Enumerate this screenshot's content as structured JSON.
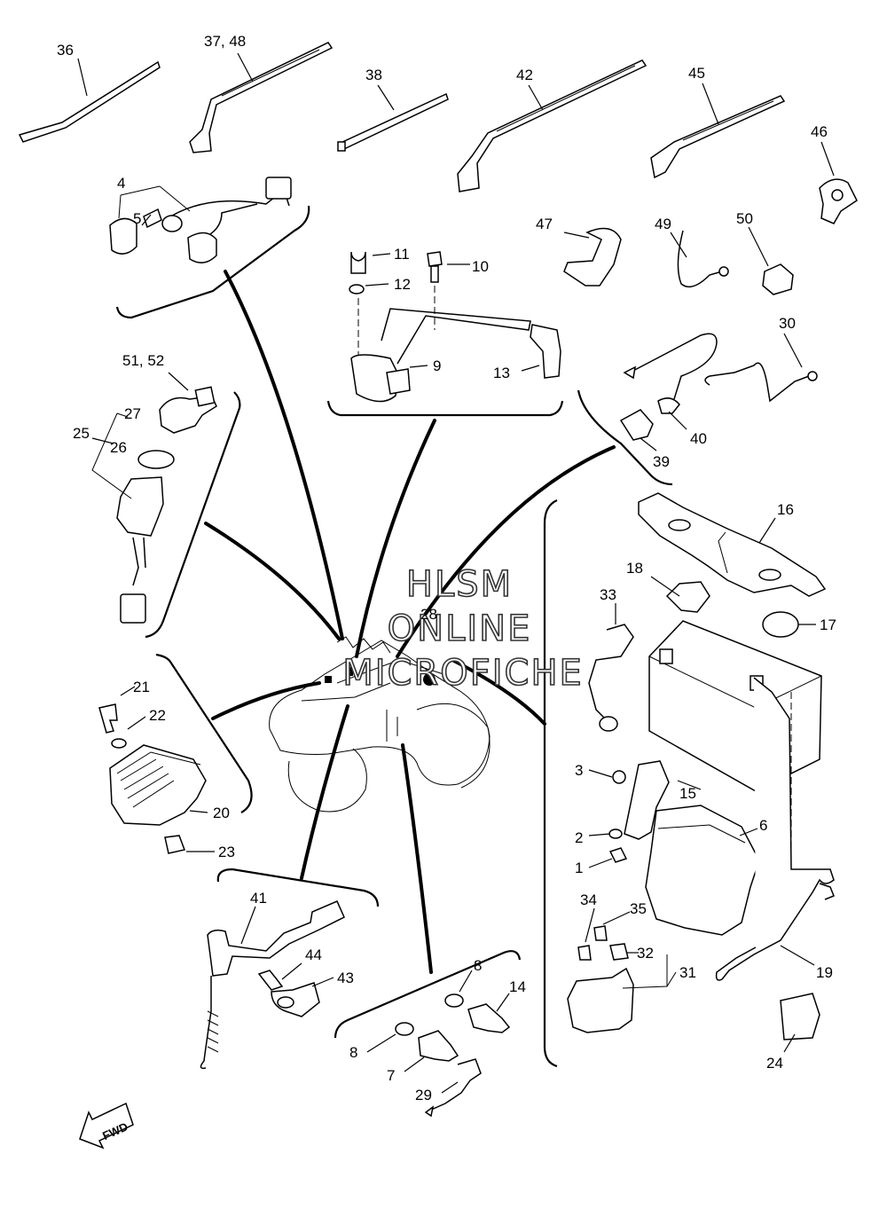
{
  "watermark": {
    "line1": "HLSM",
    "line2": "ONLINE",
    "line3": "MICROFICHE"
  },
  "fwd_label": "FWD",
  "labels": {
    "p36": "36",
    "p37_48": "37, 48",
    "p38": "38",
    "p42": "42",
    "p45": "45",
    "p46": "46",
    "p4": "4",
    "p5": "5",
    "p11": "11",
    "p10": "10",
    "p12": "12",
    "p9": "9",
    "p13": "13",
    "p47": "47",
    "p49": "49",
    "p50": "50",
    "p30": "30",
    "p40": "40",
    "p39": "39",
    "p51_52": "51, 52",
    "p27": "27",
    "p25": "25",
    "p26": "26",
    "p16": "16",
    "p18": "18",
    "p33": "33",
    "p28": "28",
    "p17": "17",
    "p21": "21",
    "p22": "22",
    "p20": "20",
    "p23": "23",
    "p3": "3",
    "p15": "15",
    "p2": "2",
    "p6": "6",
    "p1": "1",
    "p41": "41",
    "p44": "44",
    "p43": "43",
    "p34": "34",
    "p35": "35",
    "p32": "32",
    "p31": "31",
    "p19": "19",
    "p8a": "8",
    "p14": "14",
    "p8b": "8",
    "p7": "7",
    "p29": "29",
    "p24": "24"
  }
}
